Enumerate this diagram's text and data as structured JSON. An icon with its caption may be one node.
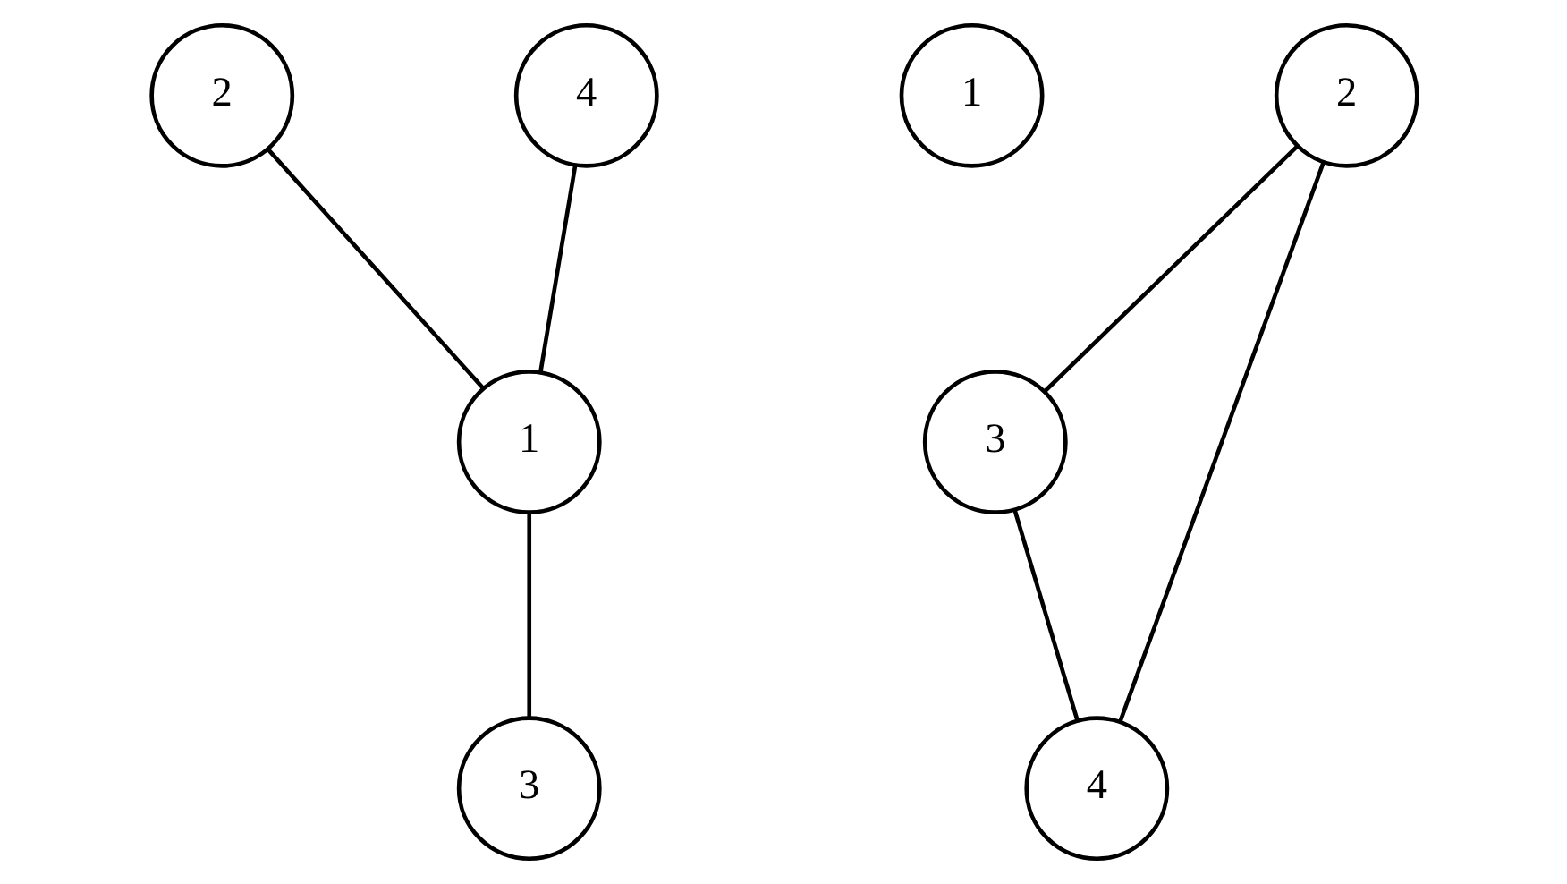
{
  "diagram": {
    "nodes": [
      {
        "text": [
          "2"
        ]
      },
      {
        "text": [
          "4"
        ]
      },
      {
        "text": [
          "1"
        ]
      },
      {
        "text": [
          "3"
        ]
      },
      {
        "text": [
          "1"
        ]
      },
      {
        "text": [
          "2"
        ]
      },
      {
        "text": [
          "3"
        ]
      },
      {
        "text": [
          "4"
        ]
      }
    ],
    "edges": [
      {
        "from": 0,
        "to": 2,
        "arrow": "none"
      },
      {
        "from": 1,
        "to": 2,
        "arrow": "none"
      },
      {
        "from": 2,
        "to": 3,
        "arrow": "none"
      },
      {
        "from": 5,
        "to": 6,
        "arrow": "none"
      },
      {
        "from": 5,
        "to": 7,
        "arrow": "none"
      },
      {
        "from": 6,
        "to": 7,
        "arrow": "none"
      }
    ]
  }
}
